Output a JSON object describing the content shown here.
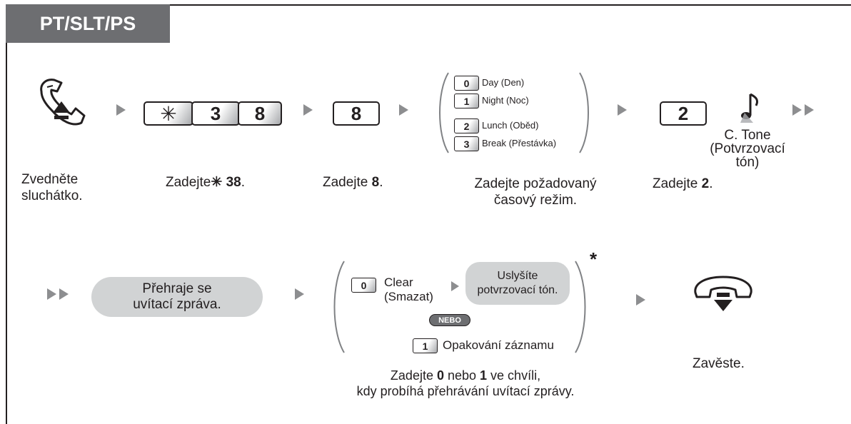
{
  "tab": {
    "label": "PT/SLT/PS"
  },
  "row1": {
    "lift": {
      "text": "Zvedněte\nsluchátko."
    },
    "dial_feature": {
      "keys": [
        "✳",
        "3",
        "8"
      ],
      "caption_pre": "Zadejte",
      "caption_star": "✳",
      "caption_num": " 38",
      "caption_post": "."
    },
    "dial_8": {
      "key": "8",
      "caption_pre": "Zadejte ",
      "caption_num": "8",
      "caption_post": "."
    },
    "modes": {
      "options": [
        {
          "key": "0",
          "label": "Day (Den)"
        },
        {
          "key": "1",
          "label": "Night (Noc)"
        },
        {
          "key": "2",
          "label": "Lunch (Oběd)"
        },
        {
          "key": "3",
          "label": "Break (Přestávka)"
        }
      ],
      "caption": "Zadejte požadovaný\nčasový režim."
    },
    "dial_2": {
      "key": "2",
      "caption_pre": "Zadejte ",
      "caption_num": "2",
      "caption_post": "."
    },
    "tone": {
      "text": "C. Tone\n(Potvrzovací\ntón)"
    }
  },
  "row2": {
    "greeting": {
      "text": "Přehraje se\nuvítací zpráva."
    },
    "choices": {
      "clear_key": "0",
      "clear_label": "Clear\n(Smazat)",
      "confirm_bubble": "Uslyšíte\npotvrzovací tón.",
      "or_label": "NEBO",
      "repeat_key": "1",
      "repeat_label": "Opakování záznamu",
      "asterisk": "*",
      "caption_l1_pre": "Zadejte ",
      "caption_l1_a": "0",
      "caption_l1_mid": " nebo ",
      "caption_l1_b": "1",
      "caption_l1_post": " ve chvíli,",
      "caption_l2": "kdy probíhá přehrávání uvítací zprávy."
    },
    "hangup": {
      "text": "Zavěste."
    }
  },
  "colors": {
    "tab_bg": "#6d6e71",
    "arrow": "#8d8e90",
    "bubble": "#d1d3d4",
    "ink": "#231f20"
  }
}
